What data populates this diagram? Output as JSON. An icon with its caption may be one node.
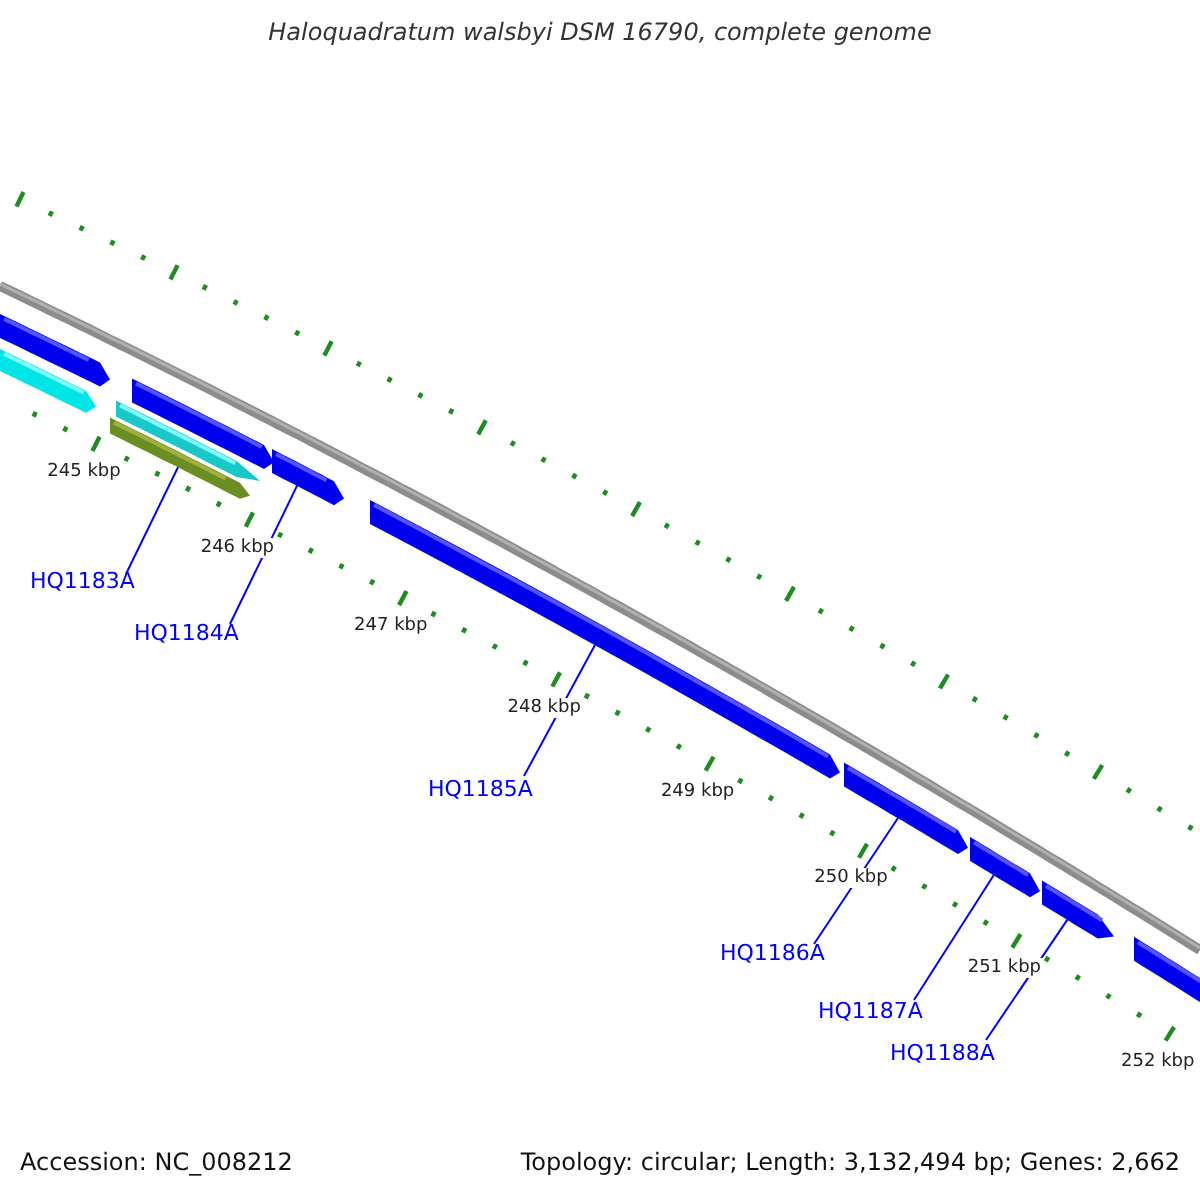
{
  "diagram": {
    "title": "Haloquadratum walsbyi DSM 16790, complete genome",
    "nodes": [
      {
        "text": [],
        "shape": "bar"
      },
      {
        "text": [
          "HQ1183A"
        ]
      },
      {
        "text": [],
        "shape": "bar"
      },
      {
        "text": [
          "HQ1184A"
        ]
      },
      {
        "text": [],
        "shape": "bar"
      },
      {
        "text": [
          "HQ1185A"
        ]
      },
      {
        "text": [],
        "shape": "bar"
      },
      {
        "text": [
          "HQ1186A"
        ]
      },
      {
        "text": [],
        "shape": "bar"
      },
      {
        "text": [
          "HQ1187A"
        ]
      },
      {
        "text": [],
        "shape": "bar"
      },
      {
        "text": [
          "HQ1188A"
        ]
      }
    ],
    "edges": [
      {
        "from": 1,
        "to": 0,
        "arrow": "none"
      },
      {
        "from": 3,
        "to": 2,
        "arrow": "none"
      },
      {
        "from": 5,
        "to": 4,
        "arrow": "none"
      },
      {
        "from": 7,
        "to": 6,
        "arrow": "none"
      },
      {
        "from": 9,
        "to": 8,
        "arrow": "none"
      },
      {
        "from": 11,
        "to": 10,
        "arrow": "none"
      }
    ],
    "labels": [
      "245 kbp",
      "246 kbp",
      "247 kbp",
      "248 kbp",
      "249 kbp",
      "250 kbp",
      "251 kbp",
      "252 kbp",
      "Accession: NC_008212",
      "Topology: circular; Length: 3,132,494 bp; Genes: 2,662"
    ]
  }
}
